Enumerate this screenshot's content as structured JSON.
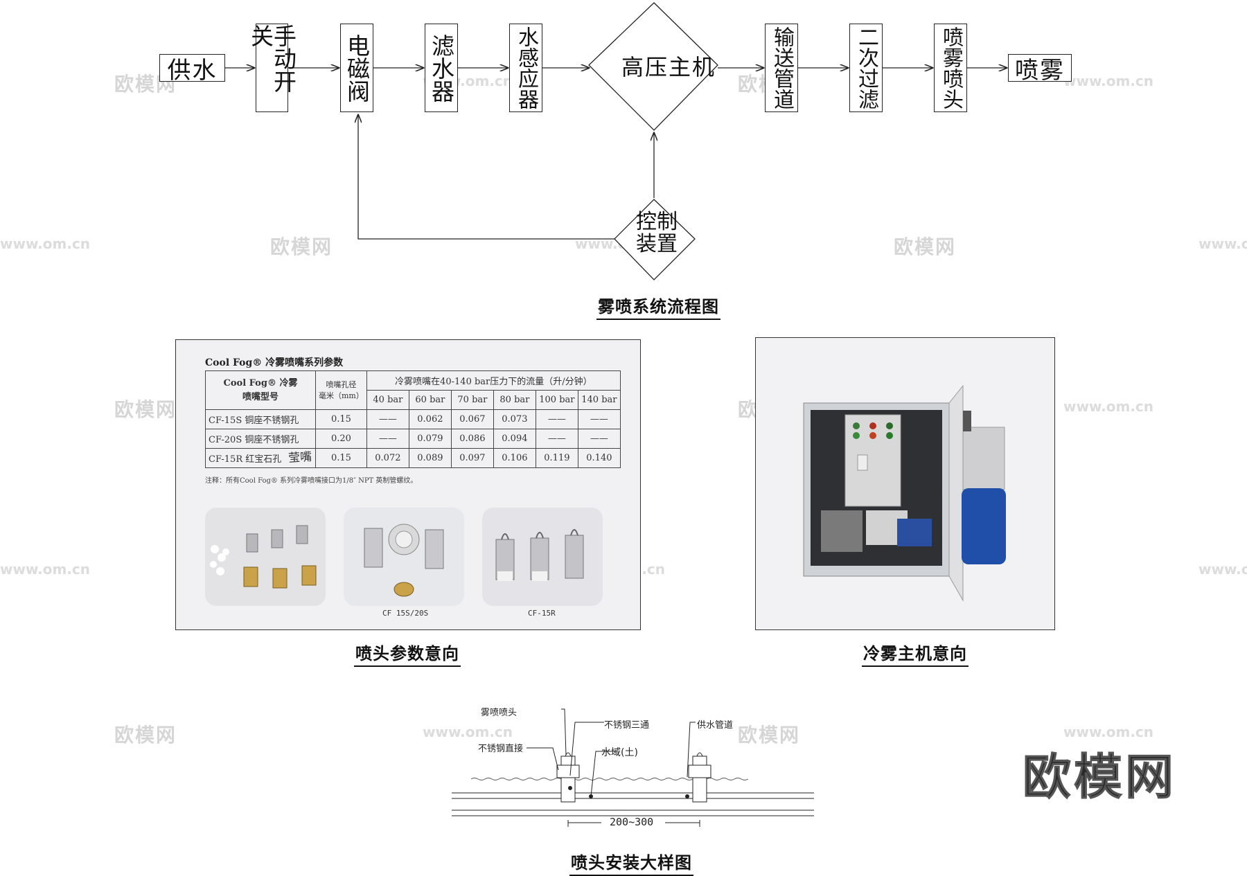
{
  "flow": {
    "supply": "供水",
    "manual_switch": "手动开关",
    "solenoid": "电磁阀",
    "filter": "滤水器",
    "water_sensor": "水感应器",
    "host": "高压主机",
    "pipeline": "输送管道",
    "secondary_filter": "二次过滤",
    "nozzle": "喷雾喷头",
    "spray": "喷雾",
    "control": "控制装置",
    "caption": "雾喷系统流程图"
  },
  "spec": {
    "title": "Cool Fog® 冷雾喷嘴系列参数",
    "header_model_1": "Cool Fog® 冷雾",
    "header_model_2": "喷嘴型号",
    "header_dia_1": "喷嘴孔径",
    "header_dia_2": "毫米（mm）",
    "header_flow": "冷雾喷嘴在40-140 bar压力下的流量（升/分钟）",
    "pressures": [
      "40 bar",
      "60 bar",
      "70 bar",
      "80 bar",
      "100 bar",
      "140 bar"
    ],
    "rows": [
      {
        "model": "CF-15S 铜座不锈钢孔",
        "dia": "0.15",
        "vals": [
          "——",
          "0.062",
          "0.067",
          "0.073",
          "——",
          "——"
        ]
      },
      {
        "model": "CF-20S 铜座不锈钢孔",
        "dia": "0.20",
        "vals": [
          "——",
          "0.079",
          "0.086",
          "0.094",
          "——",
          "——"
        ]
      },
      {
        "model": "CF-15R 红宝石孔",
        "dia": "0.15",
        "vals": [
          "0.072",
          "0.089",
          "0.097",
          "0.106",
          "0.119",
          "0.140"
        ]
      }
    ],
    "handwritten": "莹嘴",
    "note": "注释：所有Cool Fog® 系列冷雾喷嘴接口为1/8″ NPT 英制管螺纹。",
    "photo_label_2": "CF 15S/20S",
    "photo_label_3": "CF-15R",
    "caption": "喷头参数意向"
  },
  "host_photo": {
    "caption": "冷雾主机意向"
  },
  "detail": {
    "nozzle": "雾喷喷头",
    "tee": "不锈钢三通",
    "pipe": "供水管道",
    "joint": "不锈钢直接",
    "soil": "水域(土)",
    "spacing": "200~300",
    "caption": "喷头安装大样图"
  },
  "brand": {
    "logo": "欧模网",
    "wm": "欧模网",
    "url": "www.om.cn"
  }
}
